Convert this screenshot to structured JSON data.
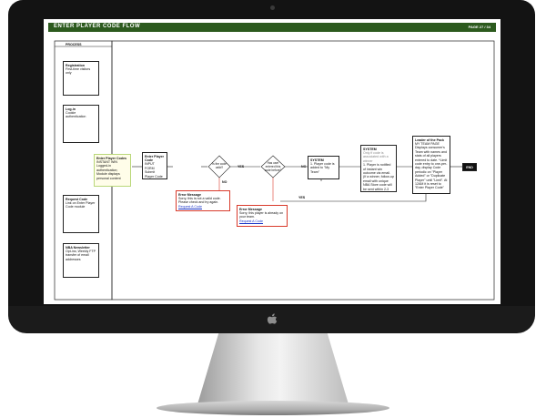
{
  "header": {
    "title": "ENTER PLAYER CODE FLOW",
    "page": "PAGE 27 / 34"
  },
  "process_label": "PROCESS",
  "process_items": [
    {
      "title": "Registration",
      "body": "First-time visitors only"
    },
    {
      "title": "Log-in",
      "body": "Cookie authentication"
    },
    {
      "title": "Request Code",
      "body": "Link on Enter Player Code module"
    },
    {
      "title": "NBA Newsletter",
      "body": "Opt-ins; Weekly FTP transfer of email addresses"
    }
  ],
  "nodes": {
    "start": {
      "title": "Enter Player Codes",
      "sub": "INSTANT WIN",
      "body": "Logged-in authentication; Module displays personal content"
    },
    "input": {
      "title": "Enter Player Code",
      "sub": "INPUT FORM",
      "body": "Submit Player Code"
    },
    "decision1": "Is the code valid?",
    "decision2": "Has user entered this code before?",
    "system1": {
      "title": "SYSTEM",
      "body": "1. Player code is added to \"My Team\""
    },
    "system2": {
      "title": "SYSTEM",
      "sub": "Only if code is associated with a winner",
      "body": "1. Player is notified of instant win outcome via email. (If a winner, follow-up email with unique NBA Store code will be sent within 2-3 days)"
    },
    "leader": {
      "title": "Leader of the Pack",
      "sub": "MY TEAM PAGE",
      "body": "Displays consumer's Team with names and stats of all players entered to date. *Limit code entry to one-per-day, display Code periodic on \"Player Added\" or \"Duplicate Player\" until \"Limit\". At 12AM it is reset to \"Enter Player Code\""
    },
    "end": "END",
    "error1": {
      "title": "Error Message",
      "body": "Sorry, this is not a valid code. Please check and try again.",
      "link": "Request A Code"
    },
    "error2": {
      "title": "Error Message",
      "body": "Sorry, this player is already on your team.",
      "link": "Request A Code"
    }
  },
  "labels": {
    "yes1": "YES",
    "no1": "NO",
    "no2": "NO",
    "yes2": "YES"
  }
}
